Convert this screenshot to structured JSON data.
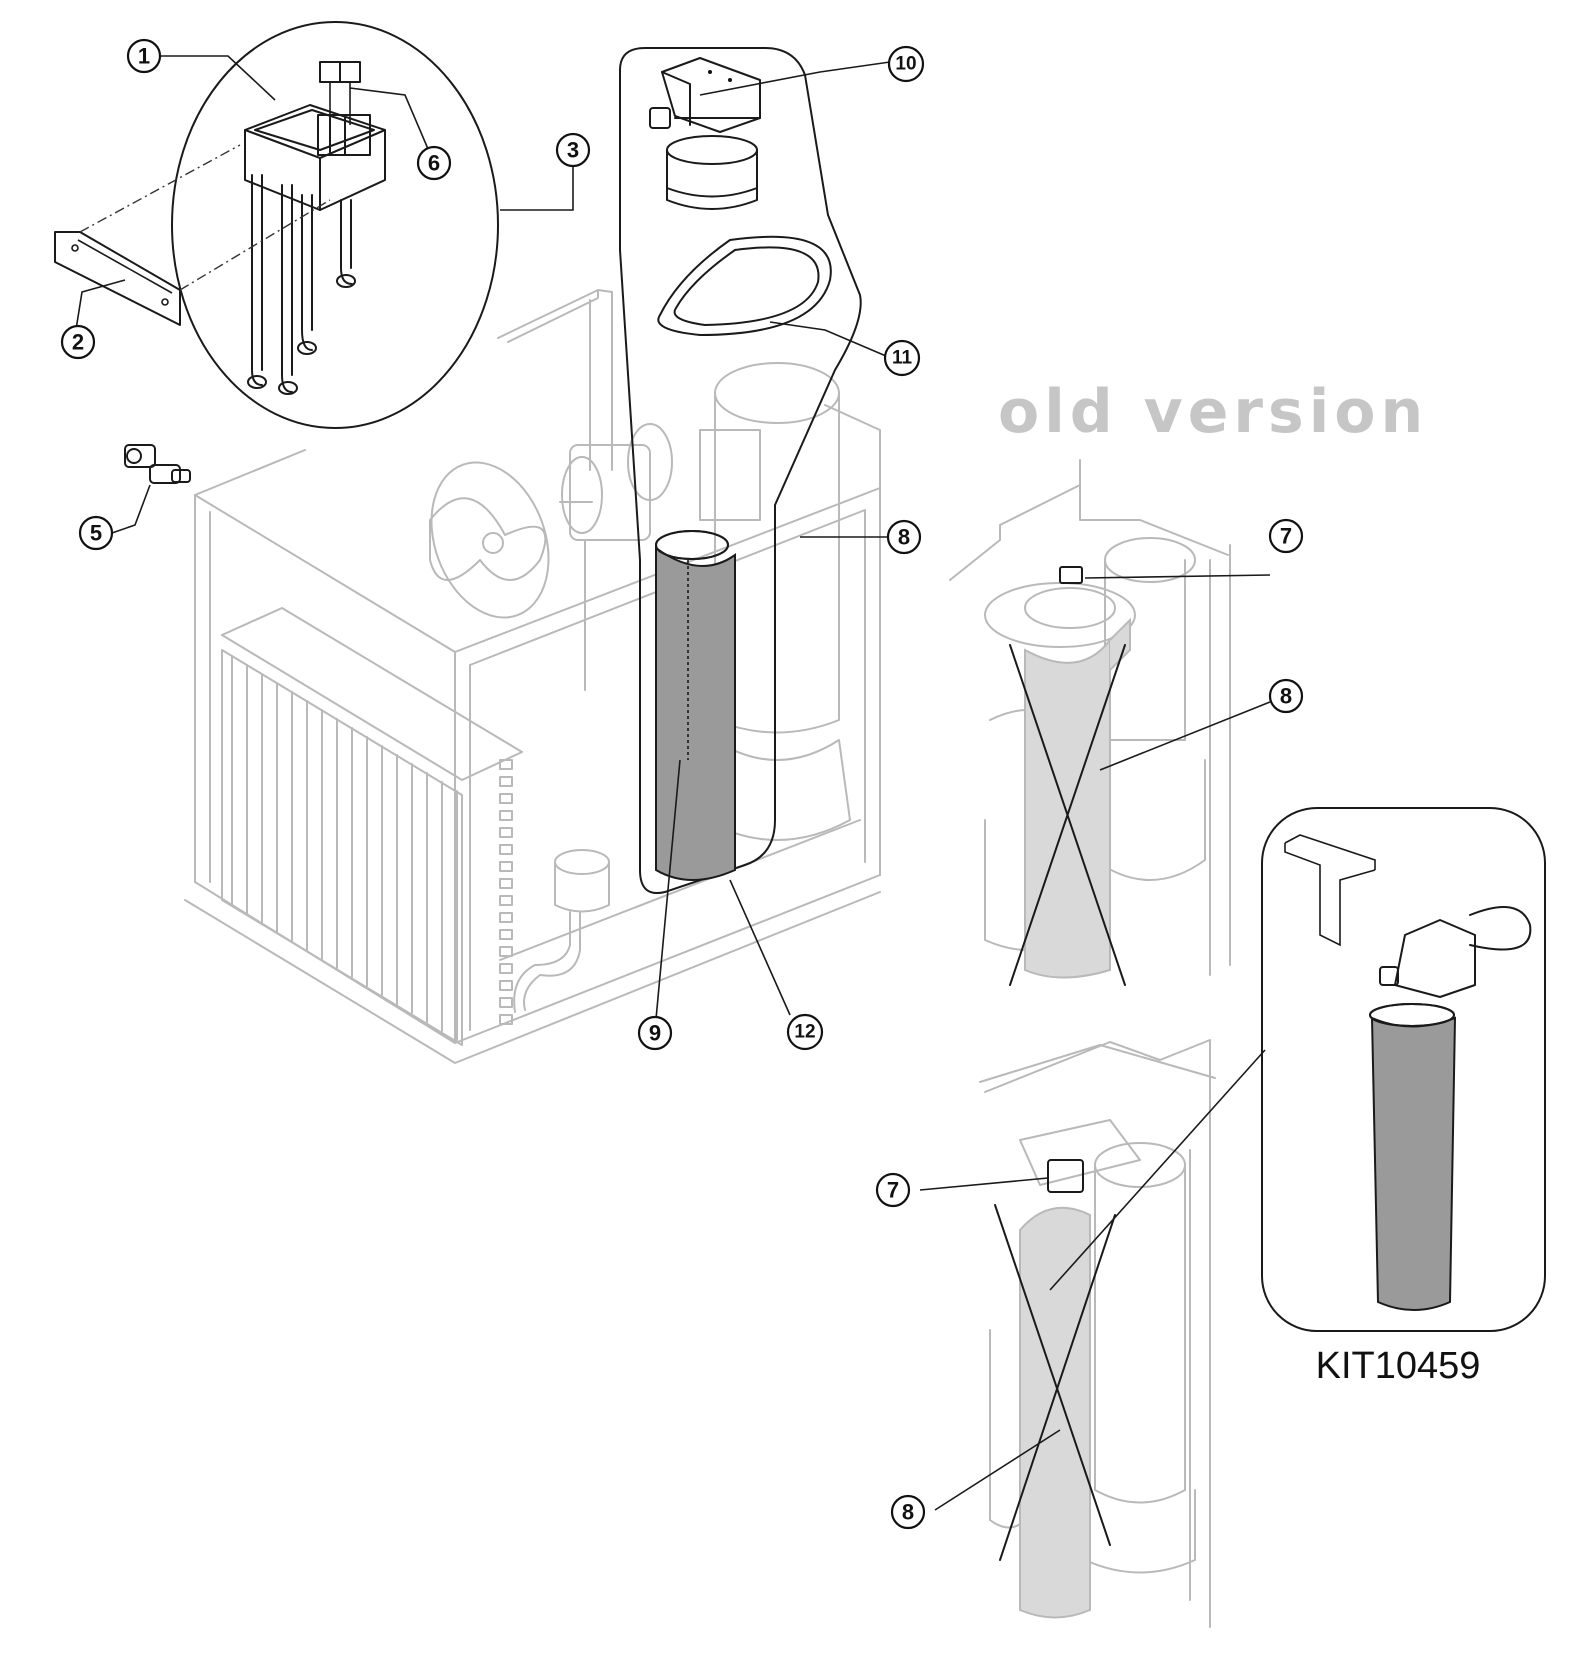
{
  "labels": {
    "old_version": "old version",
    "kit_code": "KIT10459"
  },
  "callouts": [
    {
      "id": "c1",
      "text": "1"
    },
    {
      "id": "c2",
      "text": "2"
    },
    {
      "id": "c3",
      "text": "3"
    },
    {
      "id": "c5",
      "text": "5"
    },
    {
      "id": "c6",
      "text": "6"
    },
    {
      "id": "c7a",
      "text": "7"
    },
    {
      "id": "c7b",
      "text": "7"
    },
    {
      "id": "c8a",
      "text": "8"
    },
    {
      "id": "c8b",
      "text": "8"
    },
    {
      "id": "c8c",
      "text": "8"
    },
    {
      "id": "c9",
      "text": "9"
    },
    {
      "id": "c10",
      "text": "10"
    },
    {
      "id": "c11",
      "text": "11"
    },
    {
      "id": "c12",
      "text": "12"
    }
  ],
  "colors": {
    "outline": "#1a1a1a",
    "light_outline": "#b9b9b9",
    "hose_dark": "#9a9a9a",
    "hose_light": "#d9d9d9",
    "watermark": "#c6c6c6"
  }
}
